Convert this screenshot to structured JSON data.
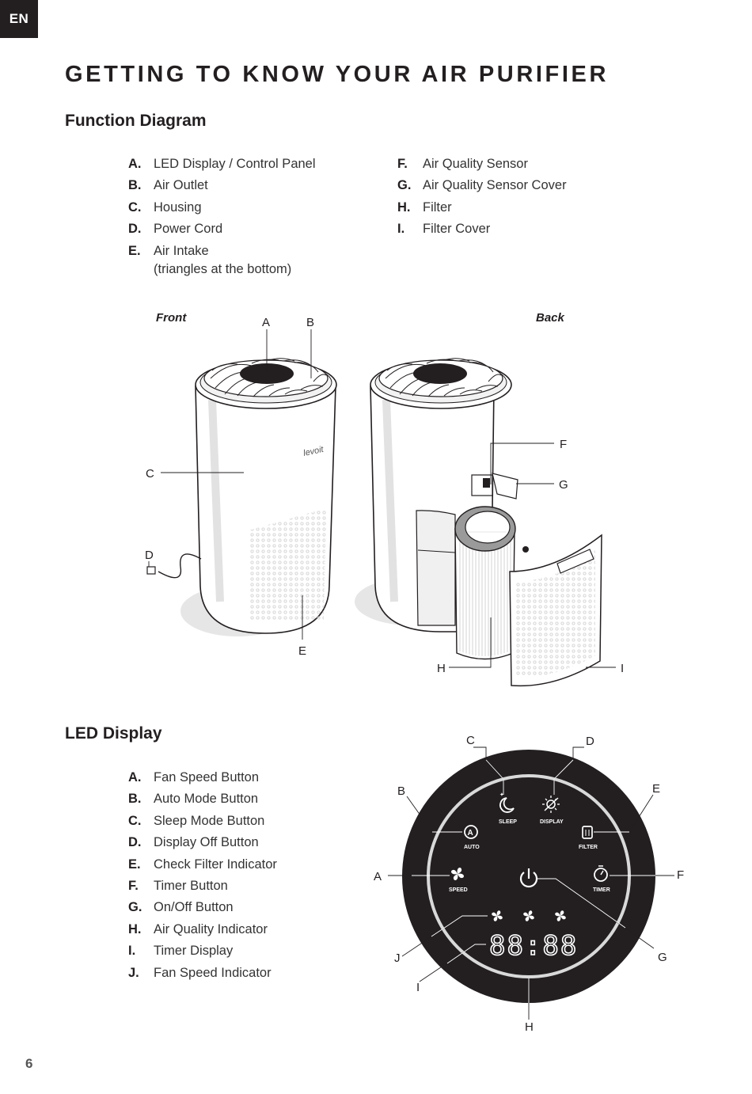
{
  "lang_tab": "EN",
  "title": "GETTING TO KNOW YOUR AIR PURIFIER",
  "function_diagram": {
    "heading": "Function Diagram",
    "items_left": [
      {
        "letter": "A.",
        "text": "LED Display / Control Panel"
      },
      {
        "letter": "B.",
        "text": "Air Outlet"
      },
      {
        "letter": "C.",
        "text": "Housing"
      },
      {
        "letter": "D.",
        "text": "Power Cord"
      },
      {
        "letter": "E.",
        "text": "Air Intake",
        "sub": "(triangles at the bottom)"
      }
    ],
    "items_right": [
      {
        "letter": "F.",
        "text": "Air Quality Sensor"
      },
      {
        "letter": "G.",
        "text": "Air Quality Sensor Cover"
      },
      {
        "letter": "H.",
        "text": "Filter"
      },
      {
        "letter": "I.",
        "text": "Filter Cover"
      }
    ],
    "front_label": "Front",
    "back_label": "Back",
    "brand_mark": "levoit",
    "callouts": [
      "A",
      "B",
      "C",
      "D",
      "E",
      "F",
      "G",
      "H",
      "I"
    ]
  },
  "led_display": {
    "heading": "LED Display",
    "items": [
      {
        "letter": "A.",
        "text": "Fan Speed Button"
      },
      {
        "letter": "B.",
        "text": "Auto Mode Button"
      },
      {
        "letter": "C.",
        "text": "Sleep Mode Button"
      },
      {
        "letter": "D.",
        "text": "Display Off Button"
      },
      {
        "letter": "E.",
        "text": "Check Filter Indicator"
      },
      {
        "letter": "F.",
        "text": "Timer Button"
      },
      {
        "letter": "G.",
        "text": "On/Off Button"
      },
      {
        "letter": "H.",
        "text": "Air Quality Indicator"
      },
      {
        "letter": "I.",
        "text": "Timer Display"
      },
      {
        "letter": "J.",
        "text": "Fan Speed Indicator"
      }
    ],
    "panel_labels": {
      "sleep": "SLEEP",
      "display": "DISPLAY",
      "auto": "AUTO",
      "filter": "FILTER",
      "speed": "SPEED",
      "timer": "TIMER"
    },
    "timer_digits": "88:88",
    "callouts": [
      "A",
      "B",
      "C",
      "D",
      "E",
      "F",
      "G",
      "H",
      "I",
      "J"
    ]
  },
  "page_number": "6",
  "colors": {
    "text": "#231f20",
    "panel": "#231f20",
    "ring": "#d9d9d9"
  }
}
